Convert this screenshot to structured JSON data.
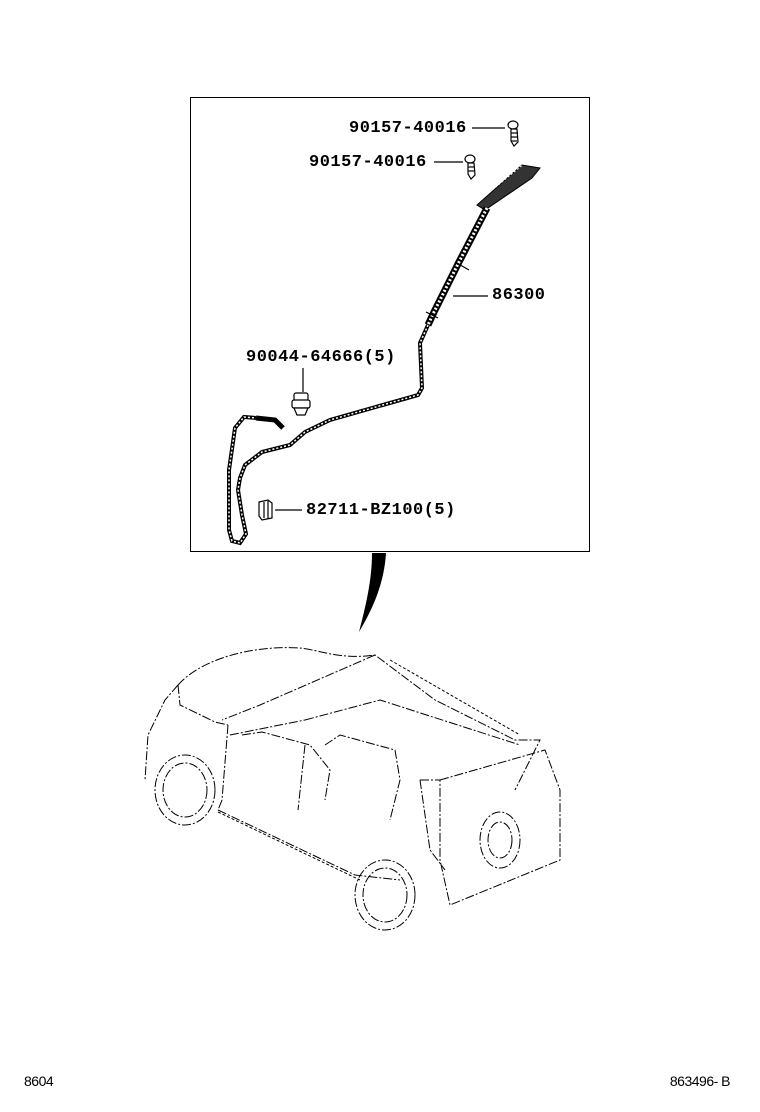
{
  "diagram": {
    "callouts": [
      {
        "part_number": "90157-40016",
        "description": "screw (upper)"
      },
      {
        "part_number": "90157-40016",
        "description": "screw (lower)"
      },
      {
        "part_number": "86300",
        "description": "antenna assembly with cable"
      },
      {
        "part_number": "90044-64666(5)",
        "description": "clip"
      },
      {
        "part_number": "82711-BZ100(5)",
        "description": "clamp"
      }
    ]
  },
  "footer": {
    "left_code": "8604",
    "right_code": "863496- B"
  }
}
